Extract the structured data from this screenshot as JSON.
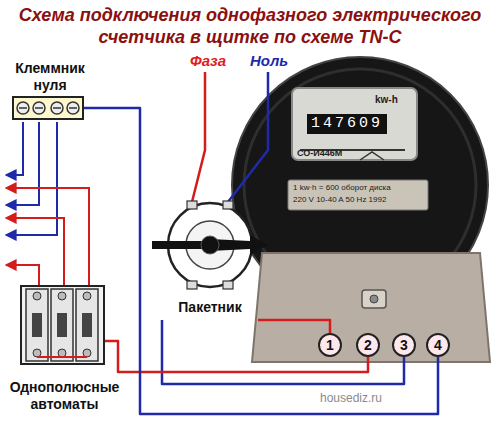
{
  "diagram": {
    "title": "Схема подключения однофазного электрического счетчика в щитке по схеме TN-C",
    "nodes": [
      {
        "text": [
          "Клеммник нуля"
        ]
      },
      {
        "text": [
          "Пакетник"
        ]
      },
      {
        "text": [
          "kw-h",
          "147609",
          "СО-И446М",
          "1 kw·h = 600 оборот диска",
          "220 V 10-40 A 50 Hz 1992"
        ]
      },
      {
        "text": [
          "1"
        ],
        "in": 2
      },
      {
        "text": [
          "2"
        ],
        "in": 2
      },
      {
        "text": [
          "3"
        ],
        "in": 2
      },
      {
        "text": [
          "4"
        ],
        "in": 2
      },
      {
        "text": [
          "Однополюсные автоматы"
        ]
      }
    ],
    "edges": [
      {
        "from": 1,
        "to": 3,
        "arrow": "none"
      },
      {
        "from": 1,
        "to": 5,
        "arrow": "none"
      },
      {
        "from": 4,
        "to": 7,
        "arrow": "none"
      },
      {
        "from": 6,
        "to": 0,
        "arrow": "none"
      }
    ],
    "labels": [
      "Фаза",
      "Ноль",
      "housediz.ru"
    ]
  }
}
